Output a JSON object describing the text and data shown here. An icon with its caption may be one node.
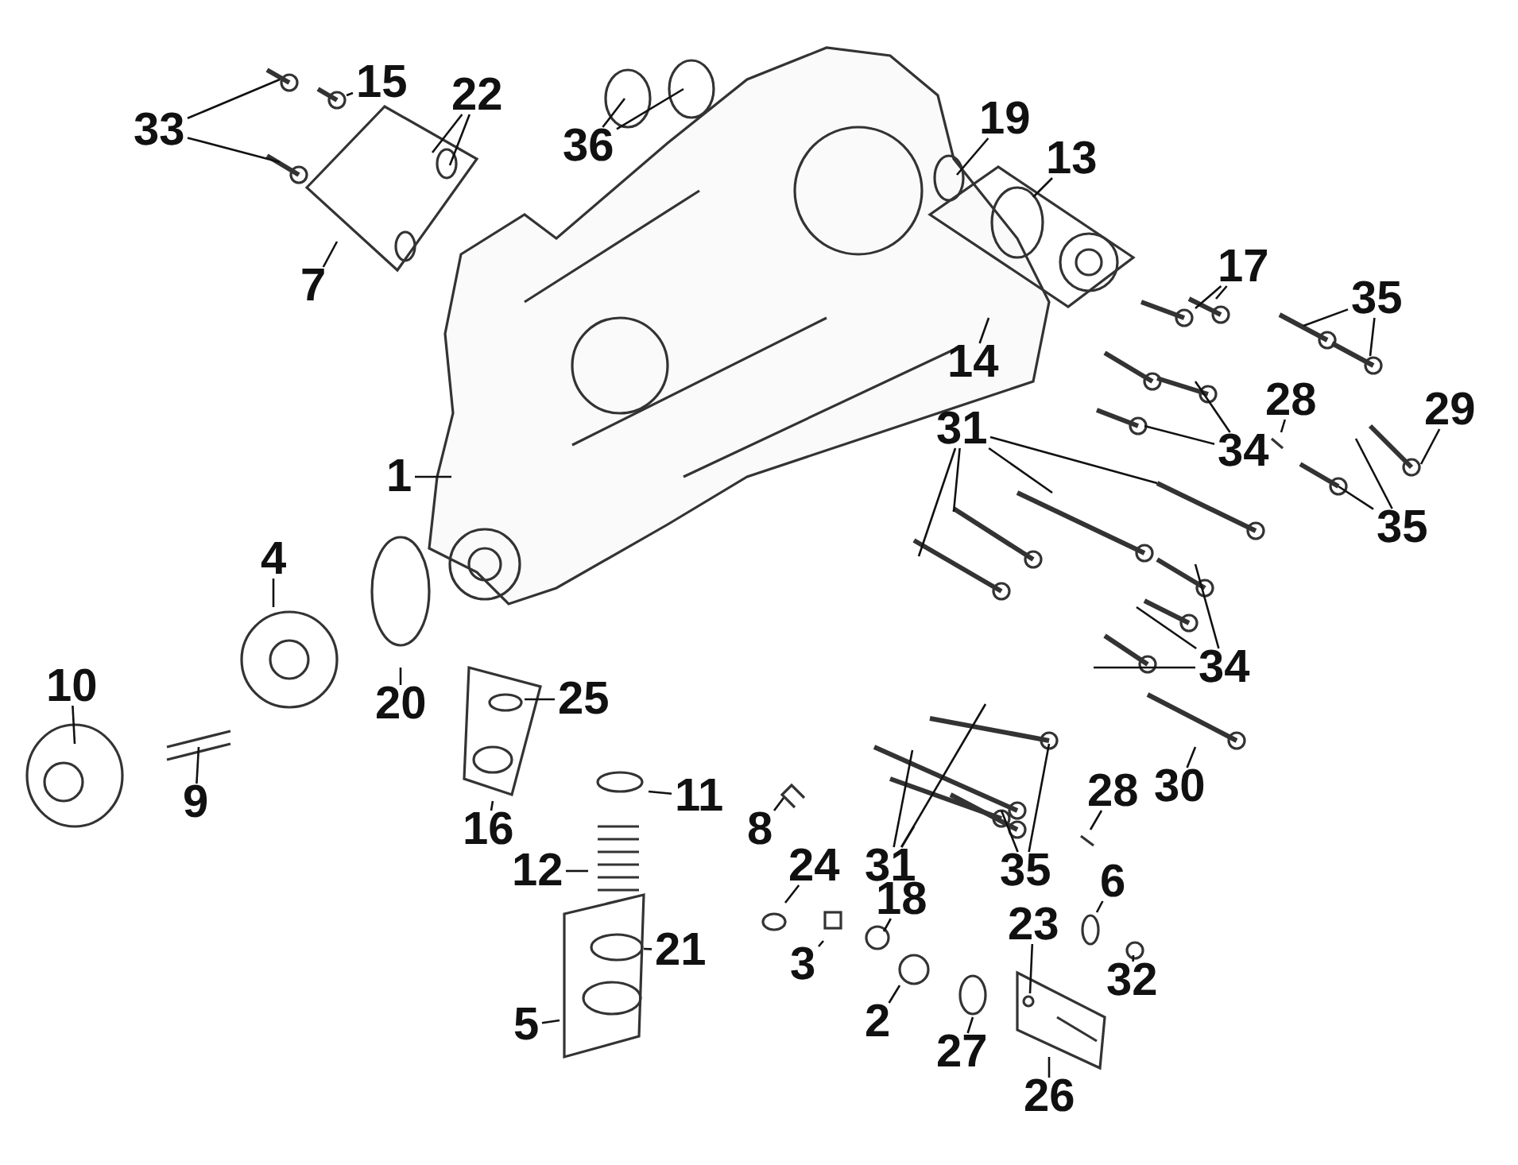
{
  "diagram": {
    "nodes": [
      {
        "text": [
          "33"
        ]
      },
      {
        "text": [
          "15"
        ]
      },
      {
        "text": [
          "22"
        ]
      },
      {
        "text": [
          "7"
        ]
      },
      {
        "text": [
          "36"
        ]
      },
      {
        "text": [
          "19"
        ]
      },
      {
        "text": [
          "13"
        ]
      },
      {
        "text": [
          "14"
        ]
      },
      {
        "text": [
          "17"
        ]
      },
      {
        "text": [
          "35"
        ]
      },
      {
        "text": [
          "28"
        ]
      },
      {
        "text": [
          "29"
        ]
      },
      {
        "text": [
          "34"
        ]
      },
      {
        "text": [
          "1"
        ]
      },
      {
        "text": [
          "31"
        ]
      },
      {
        "text": [
          "35"
        ]
      },
      {
        "text": [
          "4"
        ]
      },
      {
        "text": [
          "10"
        ]
      },
      {
        "text": [
          "20"
        ]
      },
      {
        "text": [
          "25"
        ]
      },
      {
        "text": [
          "34"
        ]
      },
      {
        "text": [
          "9"
        ]
      },
      {
        "text": [
          "30"
        ]
      },
      {
        "text": [
          "16"
        ]
      },
      {
        "text": [
          "11"
        ]
      },
      {
        "text": [
          "8"
        ]
      },
      {
        "text": [
          "31"
        ]
      },
      {
        "text": [
          "28"
        ]
      },
      {
        "text": [
          "35"
        ]
      },
      {
        "text": [
          "12"
        ]
      },
      {
        "text": [
          "24"
        ]
      },
      {
        "text": [
          "18"
        ]
      },
      {
        "text": [
          "6"
        ]
      },
      {
        "text": [
          "23"
        ]
      },
      {
        "text": [
          "21"
        ]
      },
      {
        "text": [
          "3"
        ]
      },
      {
        "text": [
          "32"
        ]
      },
      {
        "text": [
          "5"
        ]
      },
      {
        "text": [
          "2"
        ]
      },
      {
        "text": [
          "27"
        ]
      },
      {
        "text": [
          "26"
        ]
      }
    ],
    "edges": [
      {
        "from": 0,
        "to": null,
        "arrow": "none"
      },
      {
        "from": 0,
        "to": null,
        "arrow": "none"
      },
      {
        "from": 1,
        "to": null,
        "arrow": "none"
      },
      {
        "from": 2,
        "to": null,
        "arrow": "none"
      },
      {
        "from": 2,
        "to": null,
        "arrow": "none"
      },
      {
        "from": 3,
        "to": null,
        "arrow": "none"
      },
      {
        "from": 4,
        "to": null,
        "arrow": "none"
      },
      {
        "from": 4,
        "to": null,
        "arrow": "none"
      },
      {
        "from": 5,
        "to": null,
        "arrow": "none"
      },
      {
        "from": 6,
        "to": null,
        "arrow": "none"
      },
      {
        "from": 7,
        "to": null,
        "arrow": "none"
      },
      {
        "from": 8,
        "to": null,
        "arrow": "none"
      },
      {
        "from": 8,
        "to": null,
        "arrow": "none"
      },
      {
        "from": 9,
        "to": null,
        "arrow": "none"
      },
      {
        "from": 9,
        "to": null,
        "arrow": "none"
      },
      {
        "from": 10,
        "to": null,
        "arrow": "none"
      },
      {
        "from": 11,
        "to": null,
        "arrow": "none"
      },
      {
        "from": 12,
        "to": null,
        "arrow": "none"
      },
      {
        "from": 12,
        "to": null,
        "arrow": "none"
      },
      {
        "from": 13,
        "to": null,
        "arrow": "none"
      },
      {
        "from": 14,
        "to": null,
        "arrow": "none"
      },
      {
        "from": 14,
        "to": null,
        "arrow": "none"
      },
      {
        "from": 14,
        "to": null,
        "arrow": "none"
      },
      {
        "from": 14,
        "to": null,
        "arrow": "none"
      },
      {
        "from": 15,
        "to": null,
        "arrow": "none"
      },
      {
        "from": 15,
        "to": null,
        "arrow": "none"
      },
      {
        "from": 16,
        "to": null,
        "arrow": "none"
      },
      {
        "from": 17,
        "to": null,
        "arrow": "none"
      },
      {
        "from": 18,
        "to": null,
        "arrow": "none"
      },
      {
        "from": 19,
        "to": null,
        "arrow": "none"
      },
      {
        "from": 20,
        "to": null,
        "arrow": "none"
      },
      {
        "from": 20,
        "to": null,
        "arrow": "none"
      },
      {
        "from": 20,
        "to": null,
        "arrow": "none"
      },
      {
        "from": 21,
        "to": null,
        "arrow": "none"
      },
      {
        "from": 22,
        "to": null,
        "arrow": "none"
      },
      {
        "from": 23,
        "to": null,
        "arrow": "none"
      },
      {
        "from": 24,
        "to": null,
        "arrow": "none"
      },
      {
        "from": 25,
        "to": null,
        "arrow": "none"
      },
      {
        "from": 26,
        "to": null,
        "arrow": "none"
      },
      {
        "from": 26,
        "to": null,
        "arrow": "none"
      },
      {
        "from": 26,
        "to": null,
        "arrow": "none"
      },
      {
        "from": 27,
        "to": null,
        "arrow": "none"
      },
      {
        "from": 28,
        "to": null,
        "arrow": "none"
      },
      {
        "from": 28,
        "to": null,
        "arrow": "none"
      },
      {
        "from": 29,
        "to": null,
        "arrow": "none"
      },
      {
        "from": 30,
        "to": null,
        "arrow": "none"
      },
      {
        "from": 31,
        "to": null,
        "arrow": "none"
      },
      {
        "from": 32,
        "to": null,
        "arrow": "none"
      },
      {
        "from": 33,
        "to": null,
        "arrow": "none"
      },
      {
        "from": 34,
        "to": null,
        "arrow": "none"
      },
      {
        "from": 35,
        "to": null,
        "arrow": "none"
      },
      {
        "from": 36,
        "to": null,
        "arrow": "none"
      },
      {
        "from": 37,
        "to": null,
        "arrow": "none"
      },
      {
        "from": 38,
        "to": null,
        "arrow": "none"
      },
      {
        "from": 39,
        "to": null,
        "arrow": "none"
      },
      {
        "from": 40,
        "to": null,
        "arrow": "none"
      }
    ]
  }
}
